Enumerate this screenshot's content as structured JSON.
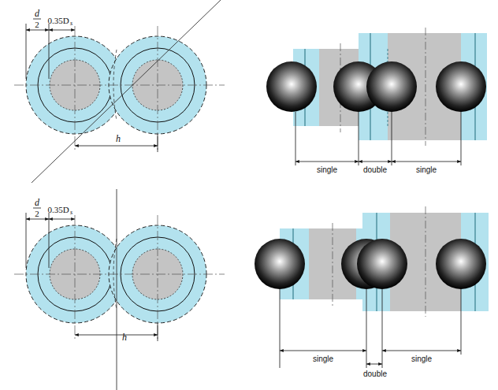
{
  "diagram": {
    "labels": [
      "d",
      "2",
      "0.35D",
      "s",
      "h",
      "single",
      "double",
      "single",
      "d",
      "2",
      "0.35D",
      "s",
      "h",
      "single",
      "double",
      "single"
    ]
  }
}
